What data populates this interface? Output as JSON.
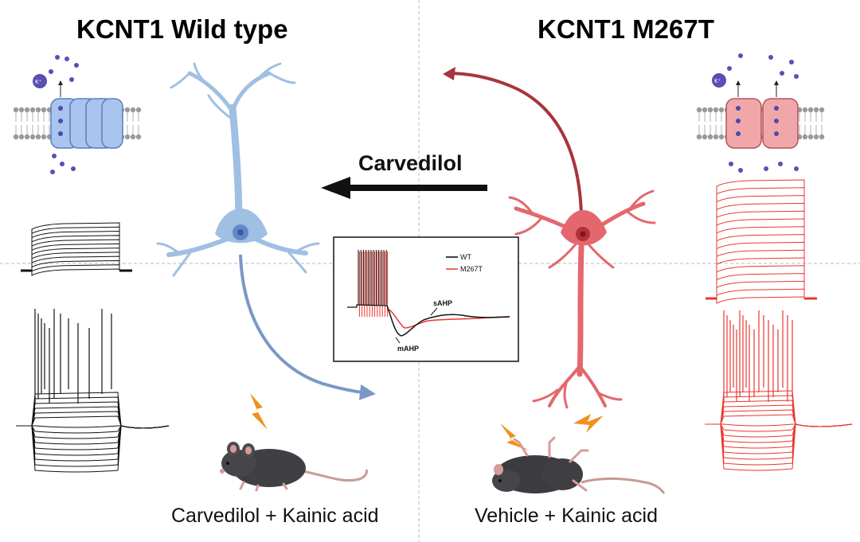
{
  "left_panel": {
    "title": "KCNT1 Wild type",
    "caption": "Carvedilol + Kainic acid",
    "ion_label": "K⁺",
    "neuron_color": "#9fbfe3",
    "channel_color": "#a9c4ee"
  },
  "right_panel": {
    "title": "KCNT1 M267T",
    "caption": "Vehicle + Kainic acid",
    "ion_label": "K⁺",
    "neuron_color": "#e4676d",
    "channel_color": "#f1a7aa"
  },
  "treatment": {
    "label": "Carvedilol",
    "arrow_direction": "left"
  },
  "inset_trace": {
    "legend": [
      {
        "label": "WT",
        "color": "#000000"
      },
      {
        "label": "M267T",
        "color": "#e8372e"
      }
    ],
    "annotations": [
      "sAHP",
      "mAHP"
    ]
  },
  "icons": [
    "neuron-icon",
    "mouse-icon",
    "lightning-icon",
    "potassium-channel-icon"
  ]
}
